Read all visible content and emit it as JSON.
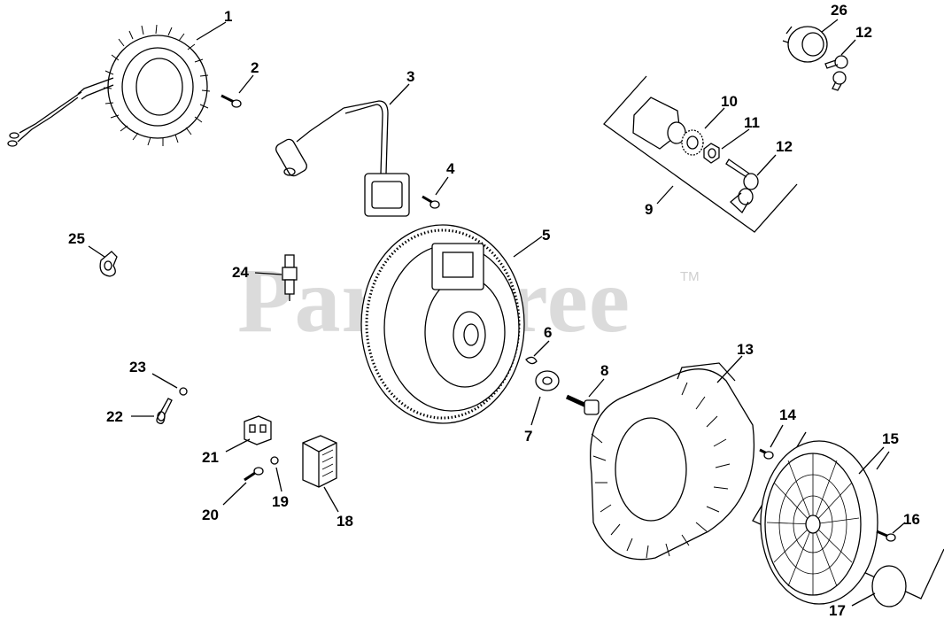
{
  "watermark": {
    "text": "PartsTree",
    "trademark": "TM"
  },
  "callouts": {
    "c1": "1",
    "c2": "2",
    "c3": "3",
    "c4": "4",
    "c5": "5",
    "c6": "6",
    "c7": "7",
    "c8": "8",
    "c9": "9",
    "c10": "10",
    "c11": "11",
    "c12a": "12",
    "c12b": "12",
    "c13": "13",
    "c14": "14",
    "c15": "15",
    "c16": "16",
    "c17": "17",
    "c18": "18",
    "c19": "19",
    "c20": "20",
    "c21": "21",
    "c22": "22",
    "c23": "23",
    "c24": "24",
    "c25": "25",
    "c26": "26"
  }
}
